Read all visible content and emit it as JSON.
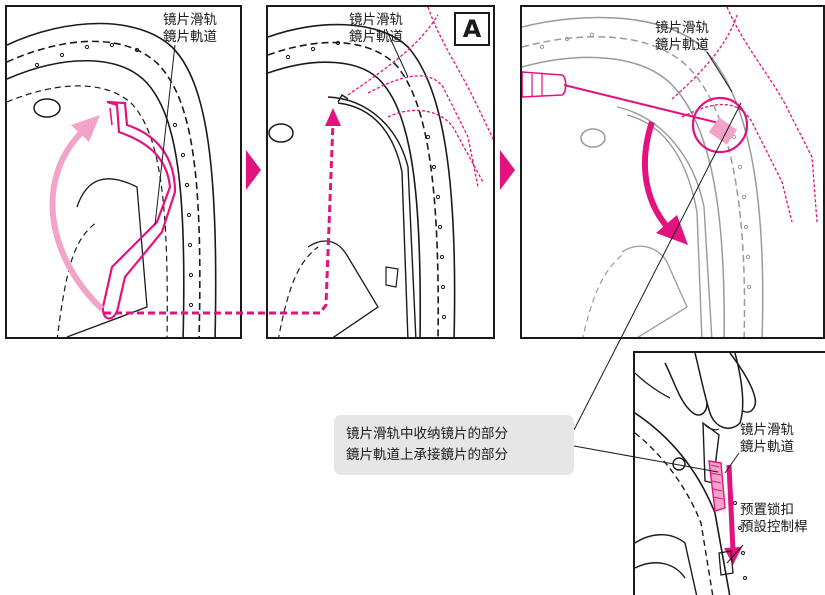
{
  "panel1": {
    "label_line1": "镜片滑轨",
    "label_line2": "鏡片軌道"
  },
  "panel2": {
    "badge": "A",
    "label_line1": "镜片滑轨",
    "label_line2": "鏡片軌道"
  },
  "panel3": {
    "label_line1": "镜片滑轨",
    "label_line2": "鏡片軌道"
  },
  "panel4": {
    "rail_label_line1": "镜片滑轨",
    "rail_label_line2": "鏡片軌道",
    "lock_label_line1": "预置锁扣",
    "lock_label_line2": "預設控制桿"
  },
  "callout": {
    "line1": "镜片滑轨中收纳镜片的部分",
    "line2": "鏡片軌道上承接鏡片的部分"
  },
  "colors": {
    "magenta": "#e2127f",
    "pink": "#f3a3c8",
    "outline": "#1a1a1a",
    "callout_bg": "#e6e6e6"
  }
}
